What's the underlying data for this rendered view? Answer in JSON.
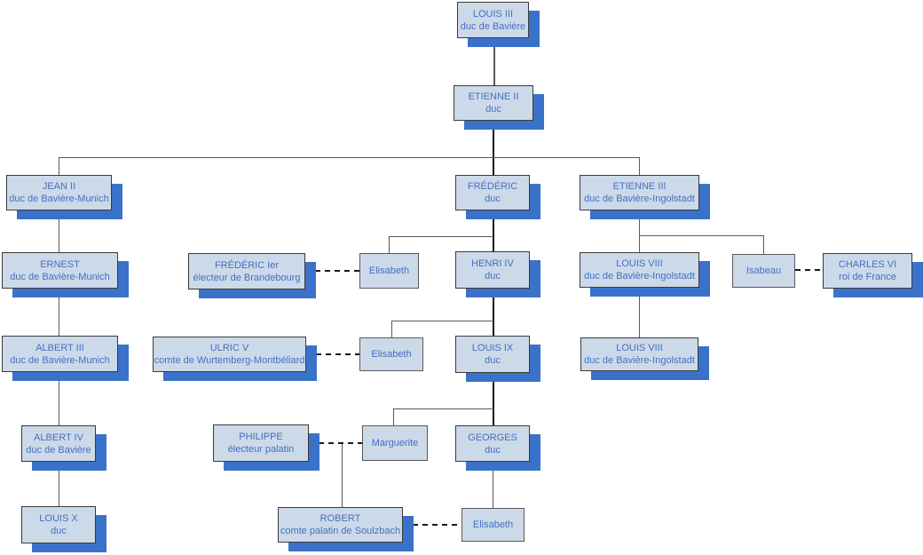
{
  "diagram_type": "family-tree",
  "colors": {
    "box_fill": "#ccd9e9",
    "box_border": "#3a3a3a",
    "box_shadow_blue": "#3a72c9",
    "text_blue": "#4470c0",
    "connector_gray": "#595959",
    "dashed_black": "#1a1a1a",
    "background": "#ffffff"
  },
  "nodes": [
    {
      "name": "LOUIS III",
      "title": "duc de Bavière"
    },
    {
      "name": "ETIENNE II",
      "title": "duc"
    },
    {
      "name": "JEAN II",
      "title": "duc de Bavière-Munich"
    },
    {
      "name": "FRÉDÉRIC",
      "title": "duc"
    },
    {
      "name": "ETIENNE III",
      "title": "duc de Bavière-Ingolstadt"
    },
    {
      "name": "ERNEST",
      "title": "duc de Bavière-Munich"
    },
    {
      "name": "FRÉDÉRIC Ier",
      "title": "électeur de Brandebourg"
    },
    {
      "name": "Elisabeth",
      "title": ""
    },
    {
      "name": "HENRI IV",
      "title": "duc"
    },
    {
      "name": "LOUIS VIII",
      "title": "duc de Bavière-Ingolstadt"
    },
    {
      "name": "Isabeau",
      "title": ""
    },
    {
      "name": "CHARLES VI",
      "title": "roi de France"
    },
    {
      "name": "ALBERT III",
      "title": "duc de Bavière-Munich"
    },
    {
      "name": "ULRIC V",
      "title": "comte de Wurtemberg-Montbéliard"
    },
    {
      "name": "Elisabeth",
      "title": ""
    },
    {
      "name": "LOUIS IX",
      "title": "duc"
    },
    {
      "name": "LOUIS VIII",
      "title": "duc de Bavière-Ingolstadt"
    },
    {
      "name": "ALBERT IV",
      "title": "duc de Bavière"
    },
    {
      "name": "PHILIPPE",
      "title": "électeur palatin"
    },
    {
      "name": "Marguerite",
      "title": ""
    },
    {
      "name": "GEORGES",
      "title": "duc"
    },
    {
      "name": "LOUIS X",
      "title": "duc"
    },
    {
      "name": "ROBERT",
      "title": "comte palatin de Soulzbach"
    },
    {
      "name": "Elisabeth",
      "title": ""
    }
  ],
  "edges": [
    {
      "type": "descent",
      "from": "LOUIS III",
      "to": "ETIENNE II"
    },
    {
      "type": "descent",
      "from": "ETIENNE II",
      "to": "JEAN II"
    },
    {
      "type": "descent",
      "from": "ETIENNE II",
      "to": "FRÉDÉRIC"
    },
    {
      "type": "descent",
      "from": "ETIENNE II",
      "to": "ETIENNE III"
    },
    {
      "type": "descent",
      "from": "JEAN II",
      "to": "ERNEST"
    },
    {
      "type": "descent",
      "from": "ERNEST",
      "to": "ALBERT III"
    },
    {
      "type": "descent",
      "from": "ALBERT III",
      "to": "ALBERT IV"
    },
    {
      "type": "descent",
      "from": "ALBERT IV",
      "to": "LOUIS X"
    },
    {
      "type": "descent",
      "from": "FRÉDÉRIC",
      "to": "Elisabeth (1)"
    },
    {
      "type": "descent",
      "from": "FRÉDÉRIC",
      "to": "HENRI IV"
    },
    {
      "type": "descent",
      "from": "HENRI IV",
      "to": "Elisabeth (2)"
    },
    {
      "type": "descent",
      "from": "HENRI IV",
      "to": "LOUIS IX"
    },
    {
      "type": "descent",
      "from": "LOUIS IX",
      "to": "Marguerite"
    },
    {
      "type": "descent",
      "from": "LOUIS IX",
      "to": "GEORGES"
    },
    {
      "type": "descent",
      "from": "GEORGES",
      "to": "Elisabeth (3)"
    },
    {
      "type": "descent",
      "from": "ETIENNE III",
      "to": "LOUIS VIII (1)"
    },
    {
      "type": "descent",
      "from": "ETIENNE III",
      "to": "Isabeau"
    },
    {
      "type": "descent",
      "from": "LOUIS VIII (1)",
      "to": "LOUIS VIII (2)"
    },
    {
      "type": "descent",
      "from": "PHILIPPE + Marguerite",
      "to": "ROBERT"
    },
    {
      "type": "marriage",
      "from": "FRÉDÉRIC Ier",
      "to": "Elisabeth (1)"
    },
    {
      "type": "marriage",
      "from": "ULRIC V",
      "to": "Elisabeth (2)"
    },
    {
      "type": "marriage",
      "from": "PHILIPPE",
      "to": "Marguerite"
    },
    {
      "type": "marriage",
      "from": "ROBERT",
      "to": "Elisabeth (3)"
    },
    {
      "type": "marriage",
      "from": "Isabeau",
      "to": "CHARLES VI"
    }
  ]
}
